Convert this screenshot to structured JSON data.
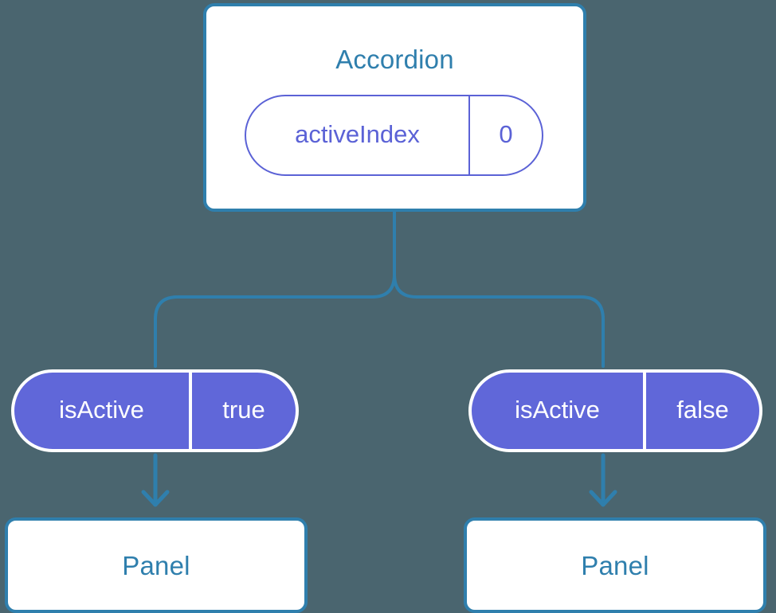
{
  "diagram": {
    "type": "component-tree",
    "background_color": "#4a656f",
    "accent_blue": "#2f7fad",
    "accent_purple": "#6067d9",
    "card_background": "#ffffff",
    "root": {
      "title": "Accordion",
      "state": {
        "key": "activeIndex",
        "value": "0"
      }
    },
    "branches": [
      {
        "side": "left",
        "prop": {
          "key": "isActive",
          "value": "true"
        },
        "child": {
          "title": "Panel"
        }
      },
      {
        "side": "right",
        "prop": {
          "key": "isActive",
          "value": "false"
        },
        "child": {
          "title": "Panel"
        }
      }
    ]
  }
}
